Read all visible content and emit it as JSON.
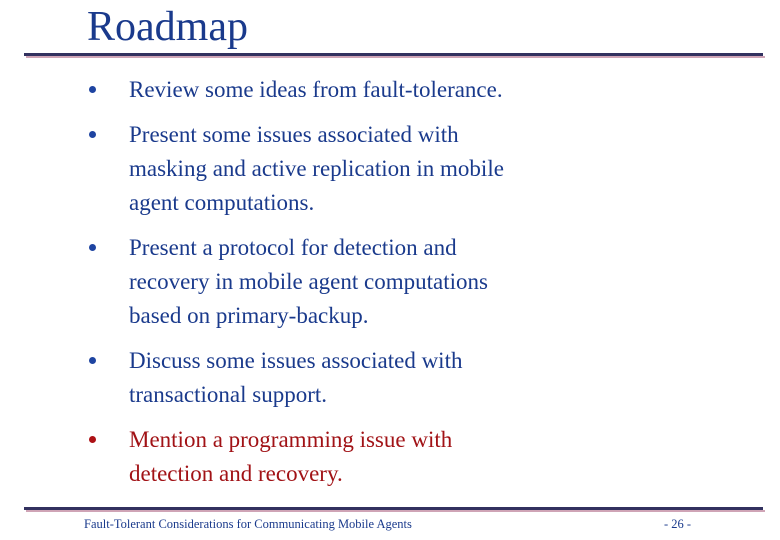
{
  "slide": {
    "title": "Roadmap",
    "bullets": [
      {
        "color": "blue",
        "text": "Review some ideas from fault-tolerance."
      },
      {
        "color": "blue",
        "text": "Present some issues associated with\nmasking and active replication in mobile\nagent computations."
      },
      {
        "color": "blue",
        "text": "Present a protocol for detection and\nrecovery in mobile agent computations\nbased on primary-backup."
      },
      {
        "color": "blue",
        "text": "Discuss some issues associated with\ntransactional support."
      },
      {
        "color": "red",
        "text": "Mention a programming issue with\ndetection and recovery."
      }
    ],
    "footer": {
      "title": "Fault-Tolerant Considerations for Communicating Mobile Agents",
      "page_number": "- 26 -"
    },
    "colors": {
      "text_blue": "#1a3a8c",
      "text_red": "#a11216",
      "bullet_blue": "#1e44a1",
      "bullet_red": "#ad1115",
      "rule_navy": "#32315f",
      "rule_pink": "#cfa4b6",
      "background": "#ffffff"
    }
  }
}
